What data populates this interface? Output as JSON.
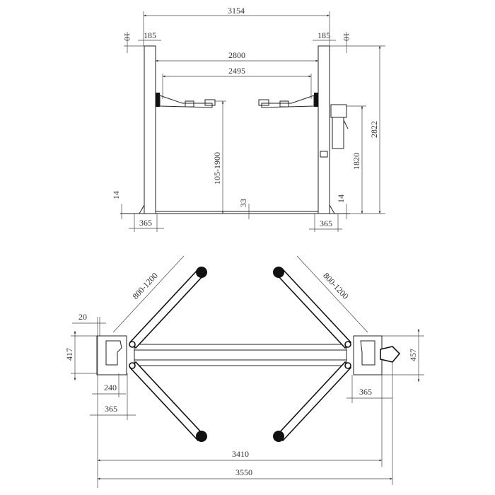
{
  "front_view": {
    "overall_width": "3154",
    "top_offset_left": "10",
    "post_width_left": "185",
    "post_width_right": "185",
    "top_offset_right": "10",
    "inner_width": "2800",
    "arm_span": "2495",
    "overall_height": "2822",
    "power_unit_height": "1820",
    "lift_range": "105-1900",
    "base_plate_left": "14",
    "base_plate_right": "14",
    "floor_plate": "33",
    "base_width_left": "365",
    "base_width_right": "365"
  },
  "top_view": {
    "arm_reach_left": "800-1200",
    "arm_reach_right": "800-1200",
    "edge_offset": "20",
    "base_depth_left": "417",
    "base_depth_right": "457",
    "column_offset": "240",
    "base_width_left": "365",
    "base_width_right": "365",
    "outer_width": "3410",
    "overall_width": "3550"
  },
  "colors": {
    "line": "#222222",
    "background": "#ffffff"
  }
}
